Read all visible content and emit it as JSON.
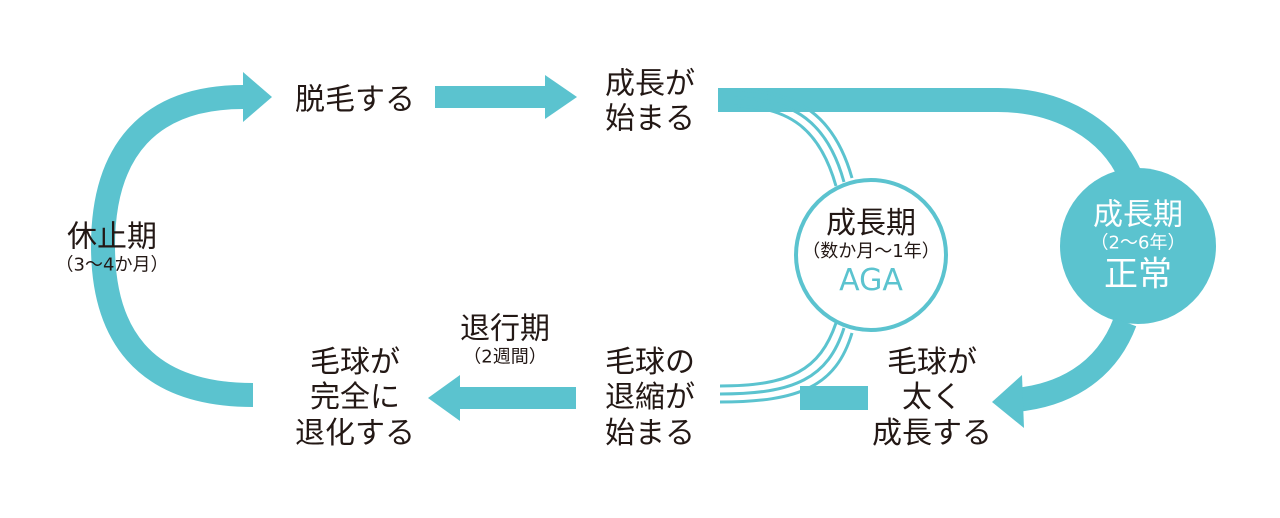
{
  "colors": {
    "accent": "#5bc3cf",
    "text": "#231815",
    "background": "#ffffff",
    "circle_text": "#ffffff"
  },
  "nodes": {
    "shedding": {
      "text": "脱毛する"
    },
    "growth_start": {
      "line1": "成長が",
      "line2": "始まる"
    },
    "rest": {
      "title": "休止期",
      "sub": "（3〜4か月）"
    },
    "regression": {
      "title": "退行期",
      "sub": "（2週間）"
    },
    "bulb_degenerated": {
      "line1": "毛球が",
      "line2": "完全に",
      "line3": "退化する"
    },
    "bulb_shrinking": {
      "line1": "毛球の",
      "line2": "退縮が",
      "line3": "始まる"
    },
    "bulb_grows": {
      "line1": "毛球が",
      "line2": "太く",
      "line3": "成長する"
    },
    "aga_circle": {
      "title": "成長期",
      "sub": "（数か月〜1年）",
      "tag": "AGA"
    },
    "normal_circle": {
      "title": "成長期",
      "sub": "（2〜6年）",
      "tag": "正常"
    }
  }
}
